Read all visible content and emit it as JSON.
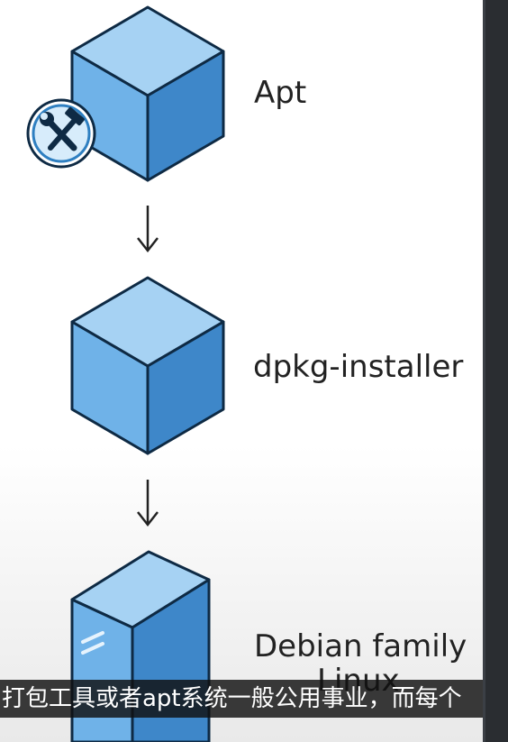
{
  "diagram": {
    "nodes": [
      {
        "id": "apt",
        "label": "Apt",
        "shape": "cube",
        "badge": "tools-icon"
      },
      {
        "id": "dpkg",
        "label": "dpkg-installer",
        "shape": "cube"
      },
      {
        "id": "debian",
        "label_line1": "Debian family",
        "label_line2": "Linux",
        "shape": "server-tower"
      }
    ],
    "edges": [
      {
        "from": "apt",
        "to": "dpkg",
        "arrow": "down-arrow-icon"
      },
      {
        "from": "dpkg",
        "to": "debian",
        "arrow": "down-arrow-icon"
      }
    ]
  },
  "subtitle": {
    "text": "打包工具或者apt系统一般公用事业，而每个"
  },
  "colors": {
    "cube_front_left": "#6fb2e8",
    "cube_front_right": "#3e87c9",
    "cube_top": "#a6d2f3",
    "outline": "#0e2a44",
    "badge_fill": "#d7ecfb",
    "right_bar": "#2a2d31"
  }
}
